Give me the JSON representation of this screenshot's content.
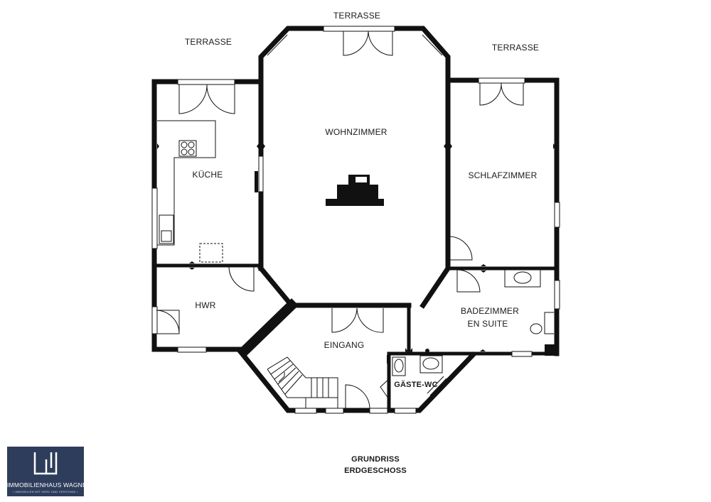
{
  "plan": {
    "rooms": {
      "wohnzimmer": "WOHNZIMMER",
      "kueche": "KÜCHE",
      "schlafzimmer": "SCHLAFZIMMER",
      "hwr": "HWR",
      "badezimmer_line1": "BADEZIMMER",
      "badezimmer_line2": "EN SUITE",
      "eingang": "EINGANG",
      "gaeste_wc": "GÄSTE-WC"
    },
    "outside": {
      "terrasse_left": "TERRASSE",
      "terrasse_top": "TERRASSE",
      "terrasse_right": "TERRASSE"
    },
    "caption": {
      "line1": "GRUNDRISS",
      "line2": "ERDGESCHOSS"
    }
  },
  "logo": {
    "name": "IMMOBILIENHAUS WAGNER",
    "tagline": "• IMMOBILIEN MIT HERZ UND VERSTAND •",
    "icon": "wagner-w-logo-icon",
    "background": "#2f3d5c"
  },
  "colors": {
    "wall": "#111111",
    "background": "#ffffff"
  }
}
